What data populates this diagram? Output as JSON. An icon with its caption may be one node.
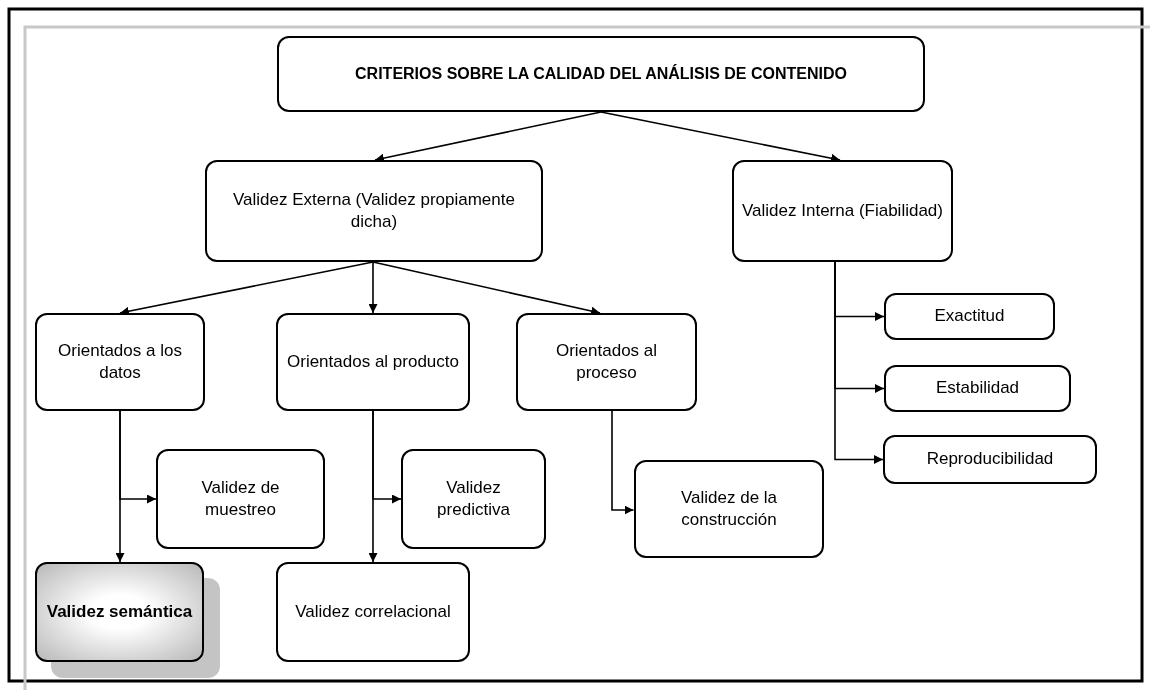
{
  "diagram": {
    "nodes": [
      {
        "text": [
          "CRITERIOS SOBRE LA CALIDAD DEL ANÁLISIS DE CONTENIDO"
        ]
      },
      {
        "text": [
          "Validez Externa (Validez propiamente dicha)"
        ]
      },
      {
        "text": [
          "Validez Interna (Fiabilidad)"
        ]
      },
      {
        "text": [
          "Orientados a los datos"
        ]
      },
      {
        "text": [
          "Orientados al producto"
        ]
      },
      {
        "text": [
          "Orientados al proceso"
        ]
      },
      {
        "text": [
          "Exactitud"
        ]
      },
      {
        "text": [
          "Estabilidad"
        ]
      },
      {
        "text": [
          "Reproducibilidad"
        ]
      },
      {
        "text": [
          "Validez de muestreo"
        ]
      },
      {
        "text": [
          "Validez semántica"
        ]
      },
      {
        "text": [
          "Validez predictiva"
        ]
      },
      {
        "text": [
          "Validez correlacional"
        ]
      },
      {
        "text": [
          "Validez de la construcción"
        ]
      }
    ],
    "edges": [
      {
        "from": 0,
        "to": 1,
        "arrow": "to"
      },
      {
        "from": 0,
        "to": 2,
        "arrow": "to"
      },
      {
        "from": 1,
        "to": 3,
        "arrow": "to"
      },
      {
        "from": 1,
        "to": 4,
        "arrow": "to"
      },
      {
        "from": 1,
        "to": 5,
        "arrow": "to"
      },
      {
        "from": 2,
        "to": 6,
        "arrow": "to"
      },
      {
        "from": 2,
        "to": 7,
        "arrow": "to"
      },
      {
        "from": 2,
        "to": 8,
        "arrow": "to"
      },
      {
        "from": 3,
        "to": 9,
        "arrow": "to"
      },
      {
        "from": 3,
        "to": 10,
        "arrow": "to"
      },
      {
        "from": 4,
        "to": 11,
        "arrow": "to"
      },
      {
        "from": 4,
        "to": 12,
        "arrow": "to"
      },
      {
        "from": 5,
        "to": 13,
        "arrow": "to"
      }
    ]
  }
}
